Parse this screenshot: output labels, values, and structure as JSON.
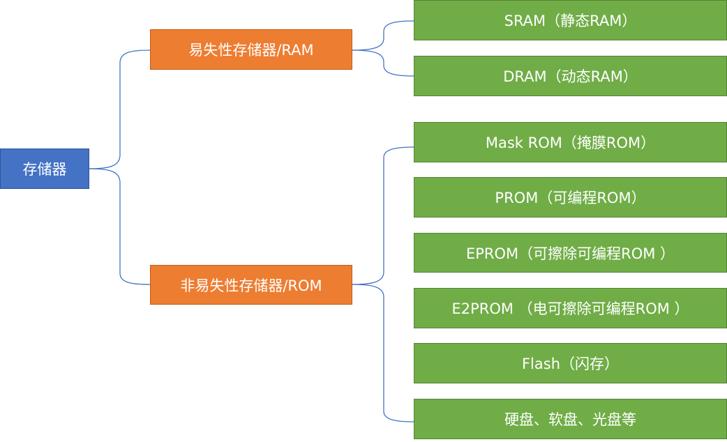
{
  "colors": {
    "root": "#4472C4",
    "category": "#ED7D31",
    "leaf": "#70AD47",
    "connector": "#4472C4",
    "text": "#FFFFFF"
  },
  "tree": {
    "label": "存储器",
    "children": [
      {
        "label": "易失性存储器/RAM",
        "children": [
          {
            "label": "SRAM（静态RAM）"
          },
          {
            "label": "DRAM（动态RAM）"
          }
        ]
      },
      {
        "label": "非易失性存储器/ROM",
        "children": [
          {
            "label": "Mask ROM（掩膜ROM）"
          },
          {
            "label": "PROM（可编程ROM）"
          },
          {
            "label": "EPROM（可擦除可编程ROM ）"
          },
          {
            "label": "E2PROM （电可擦除可编程ROM ）"
          },
          {
            "label": "Flash（闪存）"
          },
          {
            "label": "硬盘、软盘、光盘等"
          }
        ]
      }
    ]
  }
}
